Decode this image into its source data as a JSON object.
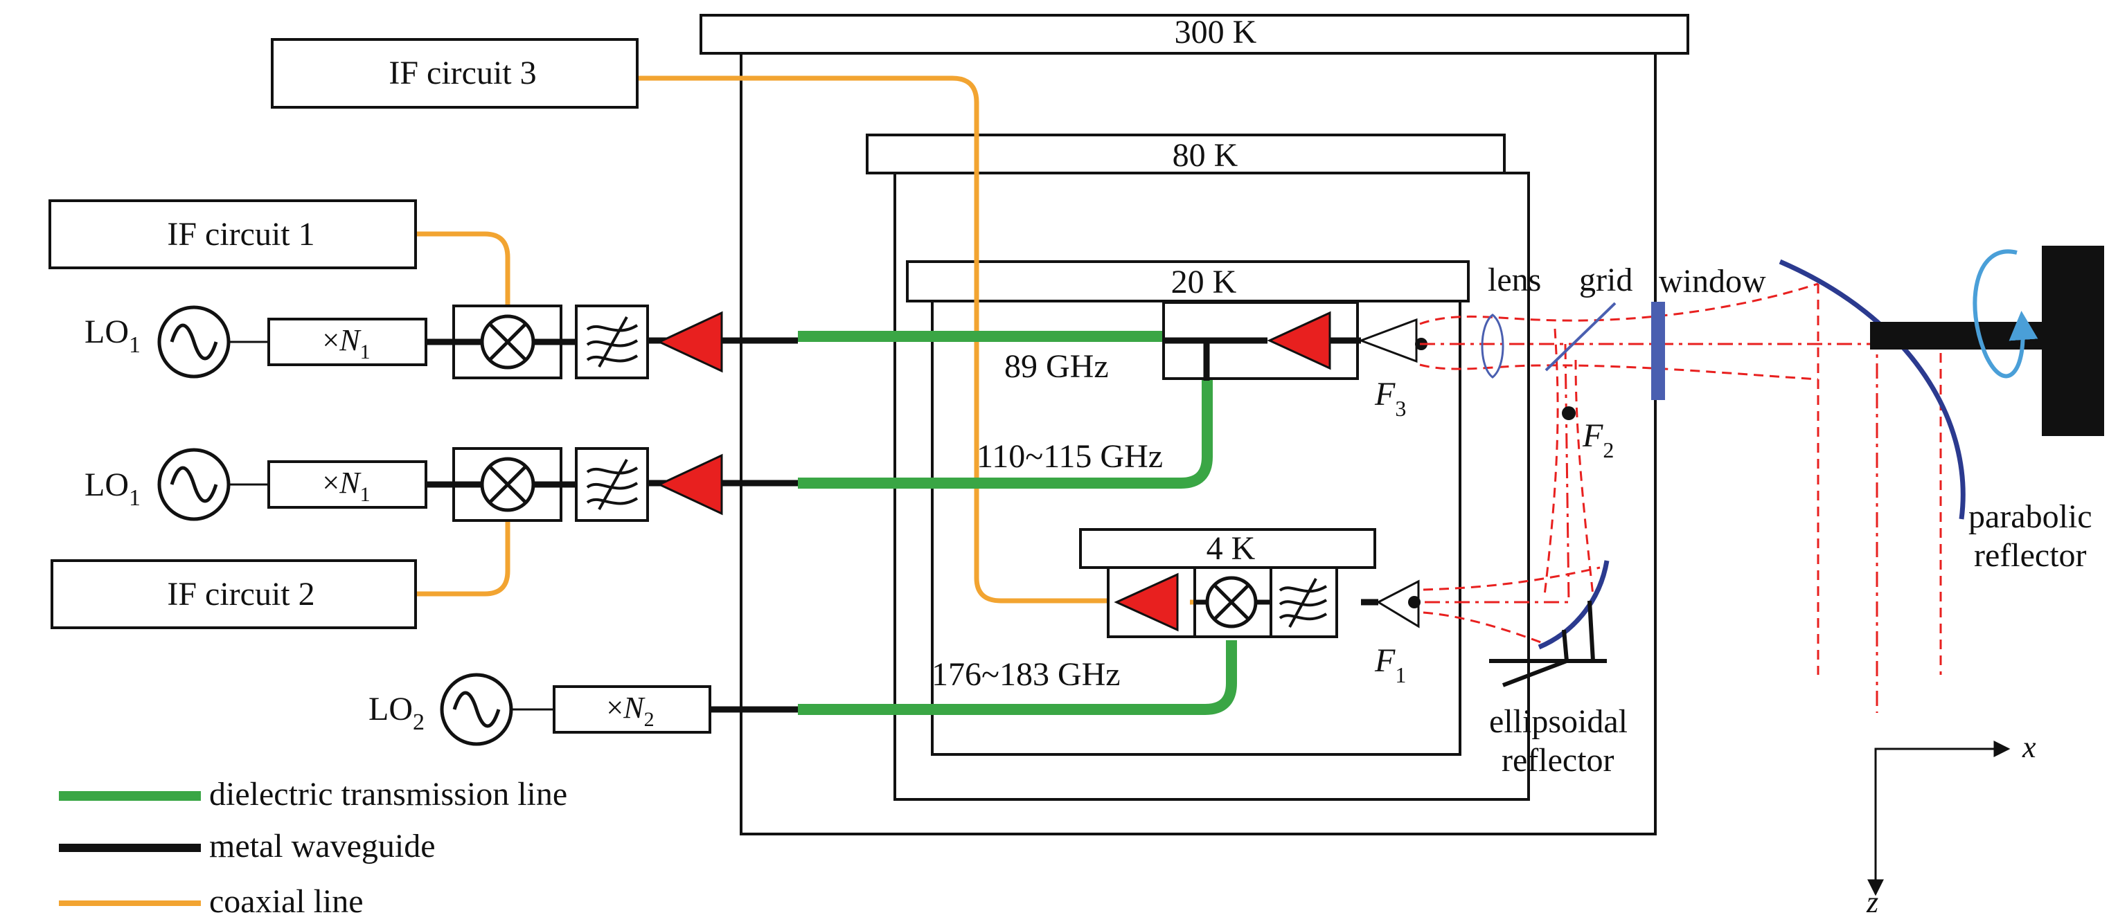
{
  "stages": {
    "k300": "300 K",
    "k80": "80 K",
    "k20": "20 K",
    "k4": "4 K"
  },
  "if_circuits": {
    "if1": "IF circuit 1",
    "if2": "IF circuit 2",
    "if3": "IF circuit 3"
  },
  "local_oscillators": {
    "lo1_main": "LO",
    "lo1_sub": "1",
    "lo2_main": "LO",
    "lo2_sub": "2"
  },
  "multipliers": {
    "n1_prefix": "×",
    "n1_main": "N",
    "n1_sub": "1",
    "n2_prefix": "×",
    "n2_main": "N",
    "n2_sub": "2"
  },
  "frequencies": {
    "f89": "89 GHz",
    "f110": "110~115 GHz",
    "f176": "176~183 GHz"
  },
  "foci": {
    "f1_main": "F",
    "f1_sub": "1",
    "f2_main": "F",
    "f2_sub": "2",
    "f3_main": "F",
    "f3_sub": "3"
  },
  "optics": {
    "lens": "lens",
    "grid": "grid",
    "window": "window",
    "ellipsoidal_line1": "ellipsoidal",
    "ellipsoidal_line2": "reflector",
    "parabolic_line1": "parabolic",
    "parabolic_line2": "reflector"
  },
  "axes": {
    "x": "x",
    "z": "z"
  },
  "legend": {
    "dielectric": "dielectric transmission line",
    "metal": "metal waveguide",
    "coaxial": "coaxial line"
  },
  "colors": {
    "dielectric": "#3aa645",
    "metal": "#111111",
    "coaxial": "#f2a431",
    "amplifier": "#e8201f",
    "beam": "#e8201f",
    "reflector": "#2b3a8f",
    "window": "#4a5fb0",
    "rotation_arrow": "#4a9fd8",
    "lens": "#4a5fb0"
  }
}
